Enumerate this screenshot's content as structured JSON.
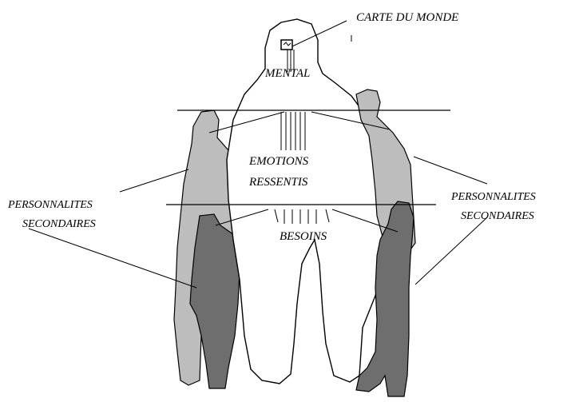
{
  "labels": {
    "world_map": "CARTE DU MONDE",
    "mental": "MENTAL",
    "emotions": "EMOTIONS",
    "ressentis": "RESSENTIS",
    "besoins": "BESOINS",
    "left_personalities_line1": "PERSONNALITES",
    "left_personalities_line2": "SECONDAIRES",
    "right_personalities_line1": "PERSONNALITES",
    "right_personalities_line2": "SECONDAIRES"
  },
  "colors": {
    "outline": "#000000",
    "light_grey_figure": "#bdbdbd",
    "dark_grey_figure": "#6e6e6e",
    "main_figure_fill": "#ffffff"
  }
}
